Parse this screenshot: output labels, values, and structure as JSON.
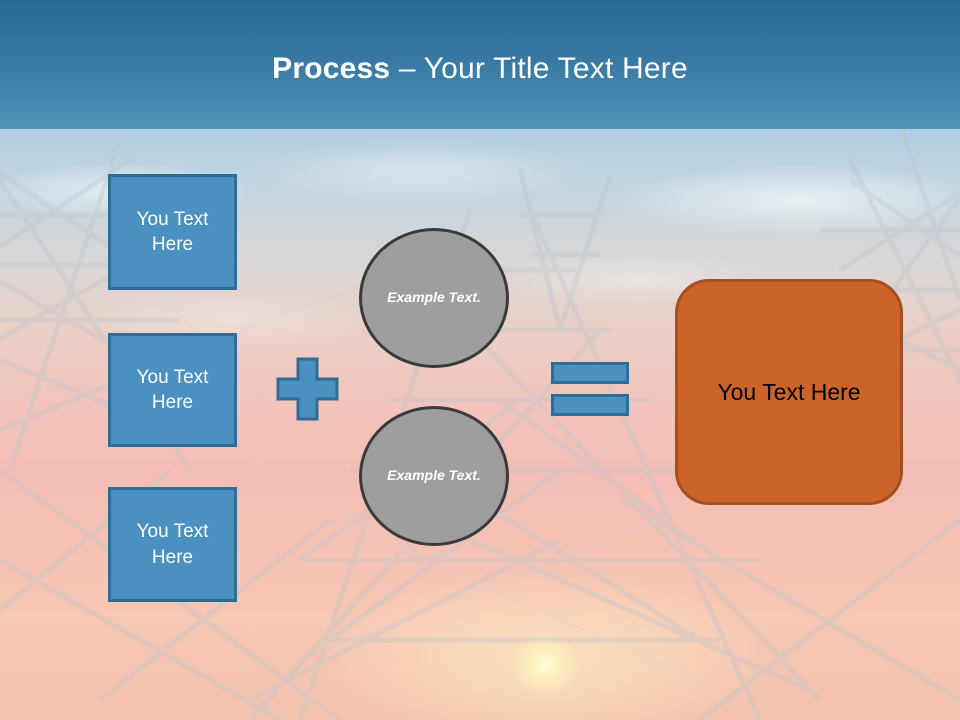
{
  "slide": {
    "title_strong": "Process",
    "title_rest": " – Your Title Text Here",
    "background_description": "electricity-pylons-sunset-photo"
  },
  "colors": {
    "header_top": "#2a6a95",
    "header_bottom": "#5093b8",
    "blue_fill": "#4a90c0",
    "blue_border": "#2f6d95",
    "gray_fill": "#9e9e9e",
    "gray_border": "#3a3a3a",
    "orange_fill": "#cc6429",
    "orange_border": "#a44f20",
    "title_text": "#ffffff",
    "box_text": "#ffffff",
    "result_text": "#000000"
  },
  "inputs": {
    "boxes": [
      {
        "label": "You Text Here"
      },
      {
        "label": "You Text Here"
      },
      {
        "label": "You Text Here"
      }
    ]
  },
  "operators": {
    "plus": "+",
    "equals": "="
  },
  "middle": {
    "circles": [
      {
        "label": "Example Text."
      },
      {
        "label": "Example Text."
      }
    ]
  },
  "result": {
    "label": "You Text Here"
  }
}
